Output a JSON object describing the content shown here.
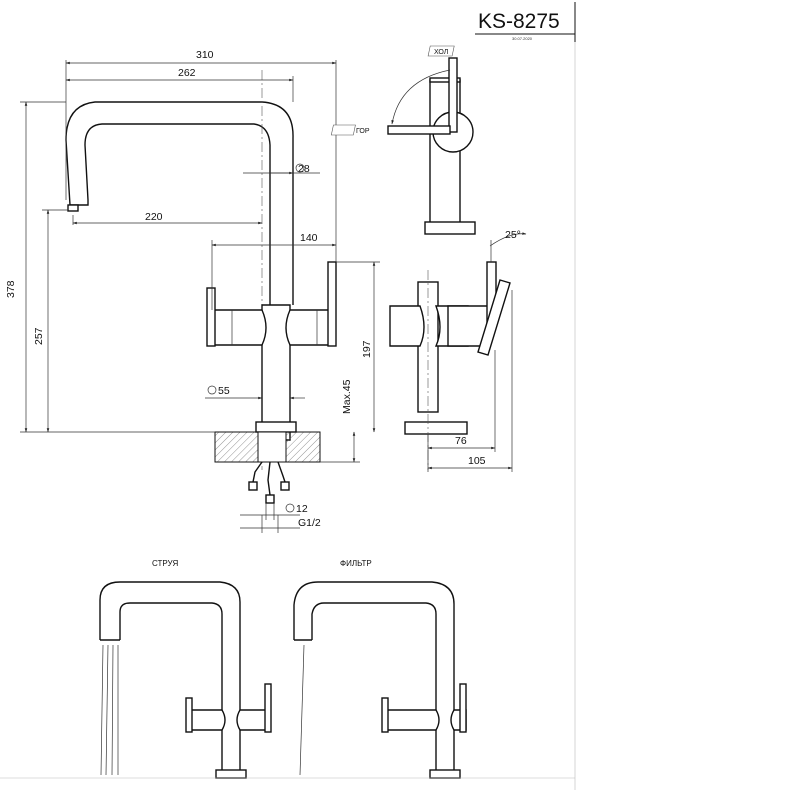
{
  "drawing": {
    "model": "KS-8275",
    "date": "30.07.2020",
    "dimensions": {
      "d310": "310",
      "d262": "262",
      "d28": "28",
      "d220": "220",
      "d140": "140",
      "d378": "378",
      "d257": "257",
      "d197": "197",
      "d55": "55",
      "max45": "Max.45",
      "d12": "12",
      "g12": "G1/2",
      "d76": "76",
      "d105": "105",
      "angle": "25°"
    },
    "handle_labels": {
      "cold": "ХОЛ",
      "hot": "ГОР"
    },
    "modes": {
      "stream": "СТРУЯ",
      "filter": "ФИЛЬТР"
    }
  }
}
